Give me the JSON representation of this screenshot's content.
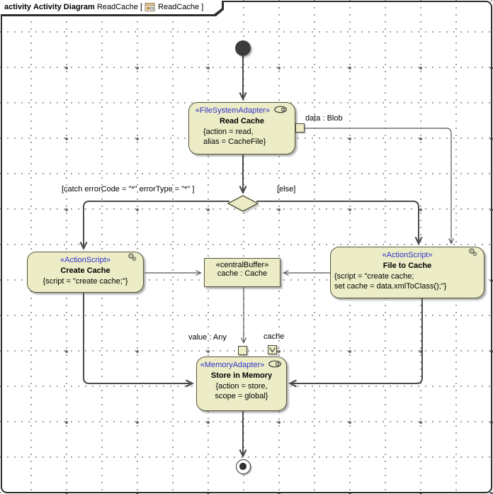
{
  "frame": {
    "keyword": "activity",
    "diagram_type": "Activity Diagram",
    "diagram_name": "ReadCache",
    "bracket_open": "[",
    "tab_ref": "ReadCache",
    "bracket_close": "]"
  },
  "nodes": {
    "read_cache": {
      "stereotype": "«FileSystemAdapter»",
      "name": "Read Cache",
      "constraints": [
        "{action = read,",
        "alias = CacheFile}"
      ]
    },
    "create_cache": {
      "stereotype": "«ActionScript»",
      "name": "Create Cache",
      "constraints": [
        "{script = \"create cache;\"}"
      ]
    },
    "central_buffer": {
      "stereotype": "«centralBuffer»",
      "name": "cache : Cache"
    },
    "file_to_cache": {
      "stereotype": "«ActionScript»",
      "name": "File to Cache",
      "constraints": [
        "{script = \"create cache;",
        "set cache = data.xmlToClass();\"}"
      ]
    },
    "store_in_memory": {
      "stereotype": "«MemoryAdapter»",
      "name": "Store in Memory",
      "constraints": [
        "{action = store,",
        "scope = global}"
      ]
    }
  },
  "labels": {
    "guard_catch": "[catch errorCode = \"*\" errorType = \"*\" ]",
    "guard_else": "[else]",
    "pin_data": "data : Blob",
    "pin_value": "value : Any",
    "pin_cache": "cache"
  },
  "icons": {
    "gears": "⚙",
    "adapter_oval": "adapter-oval-icon",
    "diagram_tab": "activity-diagram-icon"
  },
  "colors": {
    "node_fill": "#ececc6",
    "node_border": "#55553b",
    "stereotype_text": "#3232cd",
    "edge": "#4a4a4a",
    "grid_dot": "#8f8f8f"
  }
}
